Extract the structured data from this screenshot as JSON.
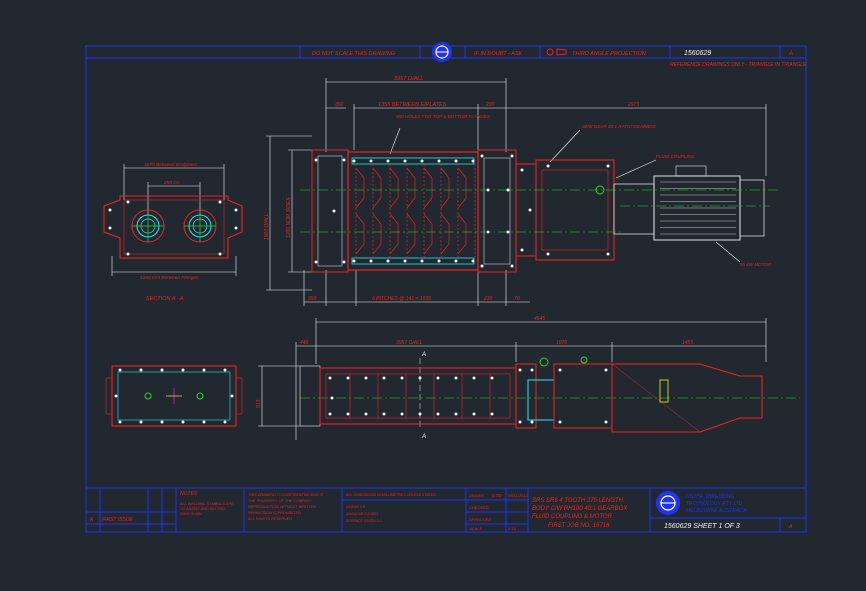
{
  "colors": {
    "background": "#212830",
    "frame": "#2233ee",
    "red": "#ee2222",
    "white": "#f2f2f2",
    "cyan": "#22e6ee",
    "green": "#22dd22",
    "yellow": "#eeee22",
    "magenta": "#ee22ee"
  },
  "title_strip": {
    "do_not_scale": "DO NOT SCALE THIS DRAWING",
    "scale_note": "IF IN DOUBT - ASK",
    "projection": "THIRD ANGLE PROJECTION",
    "drawing_number": "1560629",
    "sheet_size": "A",
    "reference": "REFERENCE DRAWINGS ONLY - TRIANGLE IN TRIANGLE"
  },
  "top_view": {
    "overall_dim": "3957 O/ALL",
    "inner_dim": "1355 BETWEEN E/PLATES",
    "left_end_dim": "350",
    "mid_dim": "230",
    "right_dim": "2973",
    "left_height_dim": "1900 O/ALL",
    "inner_height_dim": "1200 NOM SIDES",
    "note_holes": "400 HOLES FOR TOP & BOTTOM FLANGES",
    "note_gearbox": "SEW GEAR 40:1 RATIO GEARBOX",
    "note_motor": "55 kW MOTOR",
    "note_coupling": "FLUID COUPLING",
    "pitch_dim": "6 PITCHES @ 141 = 1035",
    "bottom_left_dim": "350",
    "bottom_right_dim": "230",
    "bottom_mid_dim": "70"
  },
  "side_section": {
    "top_dim": "1075 Between Endplates",
    "shaft_dim": "250 crs",
    "bottom_dim": "1260 O/A Between Flanges",
    "label": "SECTION A - A"
  },
  "front_view": {
    "overall_dim": "4545",
    "body_dim": "3957 O/ALL",
    "left_dim": "440",
    "gear_dim": "1070",
    "motor_dim": "1455",
    "height_dim": "910",
    "section_marker": "A"
  },
  "title_block": {
    "revision": "A",
    "revision_desc": "FIRST ISSUE",
    "notes_heading": "NOTES",
    "notes": [
      "ALL WELDING SYMBOLS ARE",
      "TO AS2812 AND ISO 2553",
      "DIMS IN MM"
    ],
    "copyright": [
      "THIS DRAWING IS CONFIDENTIAL AND IS",
      "THE PROPERTY OF THE COMPANY",
      "REPRODUCTION WITHOUT WRITTEN",
      "PERMISSION IS PROHIBITED",
      "ALL RIGHTS RESERVED"
    ],
    "tolerance": "ALL DIMENSIONS IN MILLIMETRES UNLESS STATED",
    "tol_rows": [
      "LINEAR 0.5",
      "ANGULAR 0.5 DEG",
      "SURFACE FINISH 3.2"
    ],
    "drawn_label": "DRAWN",
    "checked_label": "CHECKED",
    "approved_label": "APPROVED",
    "scale_label": "SCALE",
    "scale_value": "1:15",
    "sign_value": "GTD",
    "date_value": "05/11/2012",
    "description": [
      "SRS SR6 4 TOOTH 375 LENGTH",
      "BODY C/W RH100 40:1 GEARBOX",
      "FLUID COUPLING & MOTOR",
      "FIRST JOB NO. 15718"
    ],
    "company": [
      "UNTHA SHREDDING",
      "TECHNOLOGY PTY LTD",
      "MELBOURNE AUSTRALIA"
    ],
    "sheet": "1560629 SHEET 1 OF 3",
    "sheet_rev": "A"
  }
}
